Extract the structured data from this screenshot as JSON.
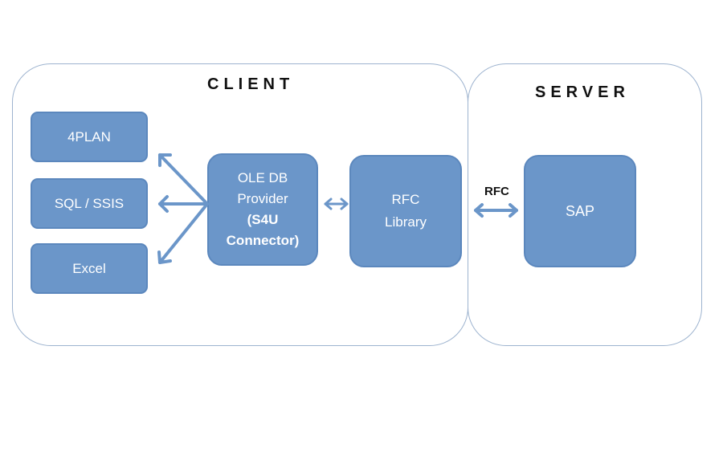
{
  "regions": {
    "client": "CLIENT",
    "server": "SERVER"
  },
  "boxes": {
    "plan": "4PLAN",
    "sql": "SQL / SSIS",
    "excel": "Excel",
    "oledb": {
      "line1": "OLE DB",
      "line2": "Provider",
      "line3": "(S4U",
      "line4": "Connector)"
    },
    "rfc_library": {
      "line1": "RFC",
      "line2": "Library"
    },
    "sap": "SAP"
  },
  "connection_label": "RFC",
  "colors": {
    "box_fill": "#6b96c9",
    "box_border": "#5b87bd",
    "arrow": "#6b96c9",
    "region_border": "#9db3cf"
  }
}
